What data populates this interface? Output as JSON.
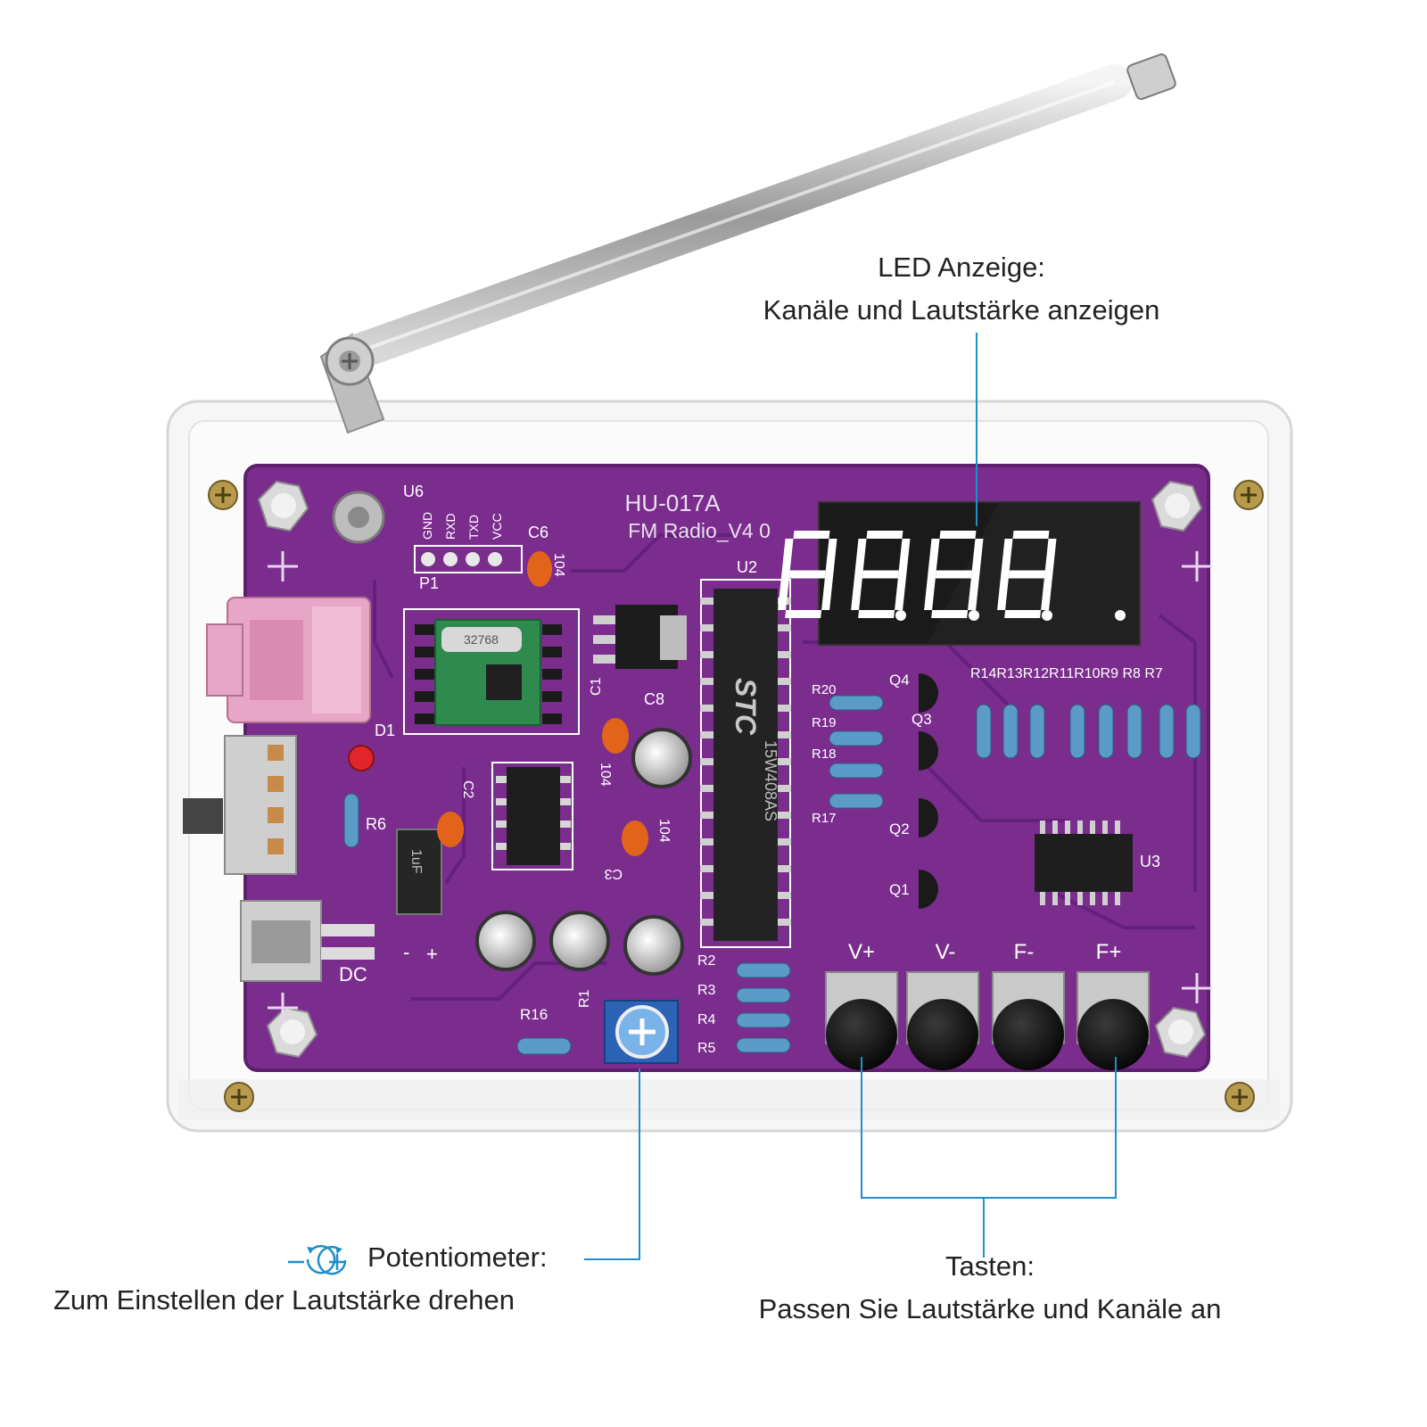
{
  "callouts": {
    "led": {
      "title": "LED Anzeige:",
      "desc": "Kanäle und Lautstärke anzeigen"
    },
    "poti": {
      "title": "Potentiometer:",
      "desc": "Zum Einstellen der Lautstärke drehen"
    },
    "tasten": {
      "title": "Tasten:",
      "desc": "Passen Sie Lautstärke und Kanäle an"
    }
  },
  "board": {
    "model": "HU-017A",
    "version": "FM Radio_V4 0",
    "u6": "U6",
    "p1": "P1",
    "c6": "C6",
    "c6v": "104",
    "pins": [
      "GND",
      "RXD",
      "TXD",
      "VCC"
    ],
    "u2": "U2",
    "u3": "U3",
    "d1": "D1",
    "r6": "R6",
    "dc": "DC",
    "c1": "C1",
    "c8": "C8",
    "c2": "C2",
    "c3": "C3",
    "c104a": "104",
    "c104b": "104",
    "r16": "R16",
    "r1": "R1",
    "left_resistors": [
      "R20",
      "R19",
      "R18",
      "R17"
    ],
    "transistors": [
      "Q4",
      "Q3",
      "Q2",
      "Q1"
    ],
    "top_resistors": "R14R13R12R11R10R9 R8 R7",
    "bottom_resistors": [
      "R2",
      "R3",
      "R4",
      "R5"
    ],
    "chip_brand": "STC",
    "chip_model": "15W408AS",
    "cap_value": "1uF",
    "crystal": "32768",
    "polarity": [
      "-",
      "+"
    ]
  },
  "buttons": [
    "V+",
    "V-",
    "F-",
    "F+"
  ],
  "display": {
    "digits": "8.8.8.8."
  },
  "colors": {
    "pcb": "#7b2d8e",
    "accent": "#1e8fc9",
    "connector": "#e8a6c7"
  }
}
